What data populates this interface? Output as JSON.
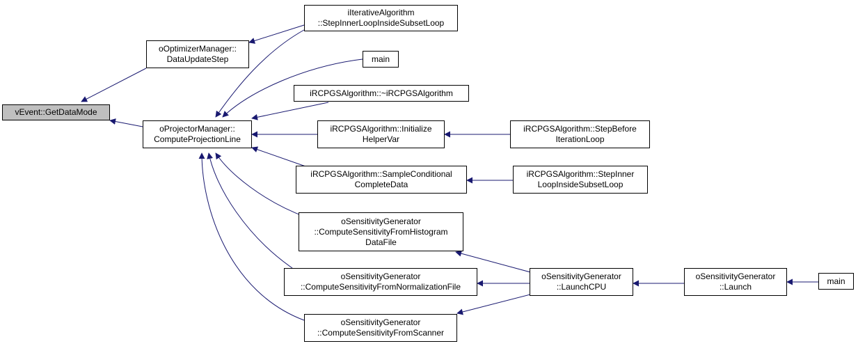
{
  "colors": {
    "edge": "#191970",
    "root_fill": "#bfbfbf",
    "node_fill": "#ffffff",
    "border": "#000000"
  },
  "nodes": {
    "root": {
      "lines": [
        "vEvent::GetDataMode"
      ]
    },
    "optimizer": {
      "lines": [
        "oOptimizerManager::",
        "DataUpdateStep"
      ]
    },
    "projector": {
      "lines": [
        "oProjectorManager::",
        "ComputeProjectionLine"
      ]
    },
    "iterative": {
      "lines": [
        "iIterativeAlgorithm",
        "::StepInnerLoopInsideSubsetLoop"
      ]
    },
    "main1": {
      "lines": [
        "main"
      ]
    },
    "rcpgsDtor": {
      "lines": [
        "iRCPGSAlgorithm::~iRCPGSAlgorithm"
      ]
    },
    "rcpgsInit": {
      "lines": [
        "iRCPGSAlgorithm::Initialize",
        "HelperVar"
      ]
    },
    "rcpgsBefore": {
      "lines": [
        "iRCPGSAlgorithm::StepBefore",
        "IterationLoop"
      ]
    },
    "rcpgsSample": {
      "lines": [
        "iRCPGSAlgorithm::SampleConditional",
        "CompleteData"
      ]
    },
    "rcpgsInner": {
      "lines": [
        "iRCPGSAlgorithm::StepInner",
        "LoopInsideSubsetLoop"
      ]
    },
    "sensHist": {
      "lines": [
        "oSensitivityGenerator",
        "::ComputeSensitivityFromHistogram",
        "DataFile"
      ]
    },
    "sensNorm": {
      "lines": [
        "oSensitivityGenerator",
        "::ComputeSensitivityFromNormalizationFile"
      ]
    },
    "sensScan": {
      "lines": [
        "oSensitivityGenerator",
        "::ComputeSensitivityFromScanner"
      ]
    },
    "launchCPU": {
      "lines": [
        "oSensitivityGenerator",
        "::LaunchCPU"
      ]
    },
    "launch": {
      "lines": [
        "oSensitivityGenerator",
        "::Launch"
      ]
    },
    "main2": {
      "lines": [
        "main"
      ]
    }
  }
}
